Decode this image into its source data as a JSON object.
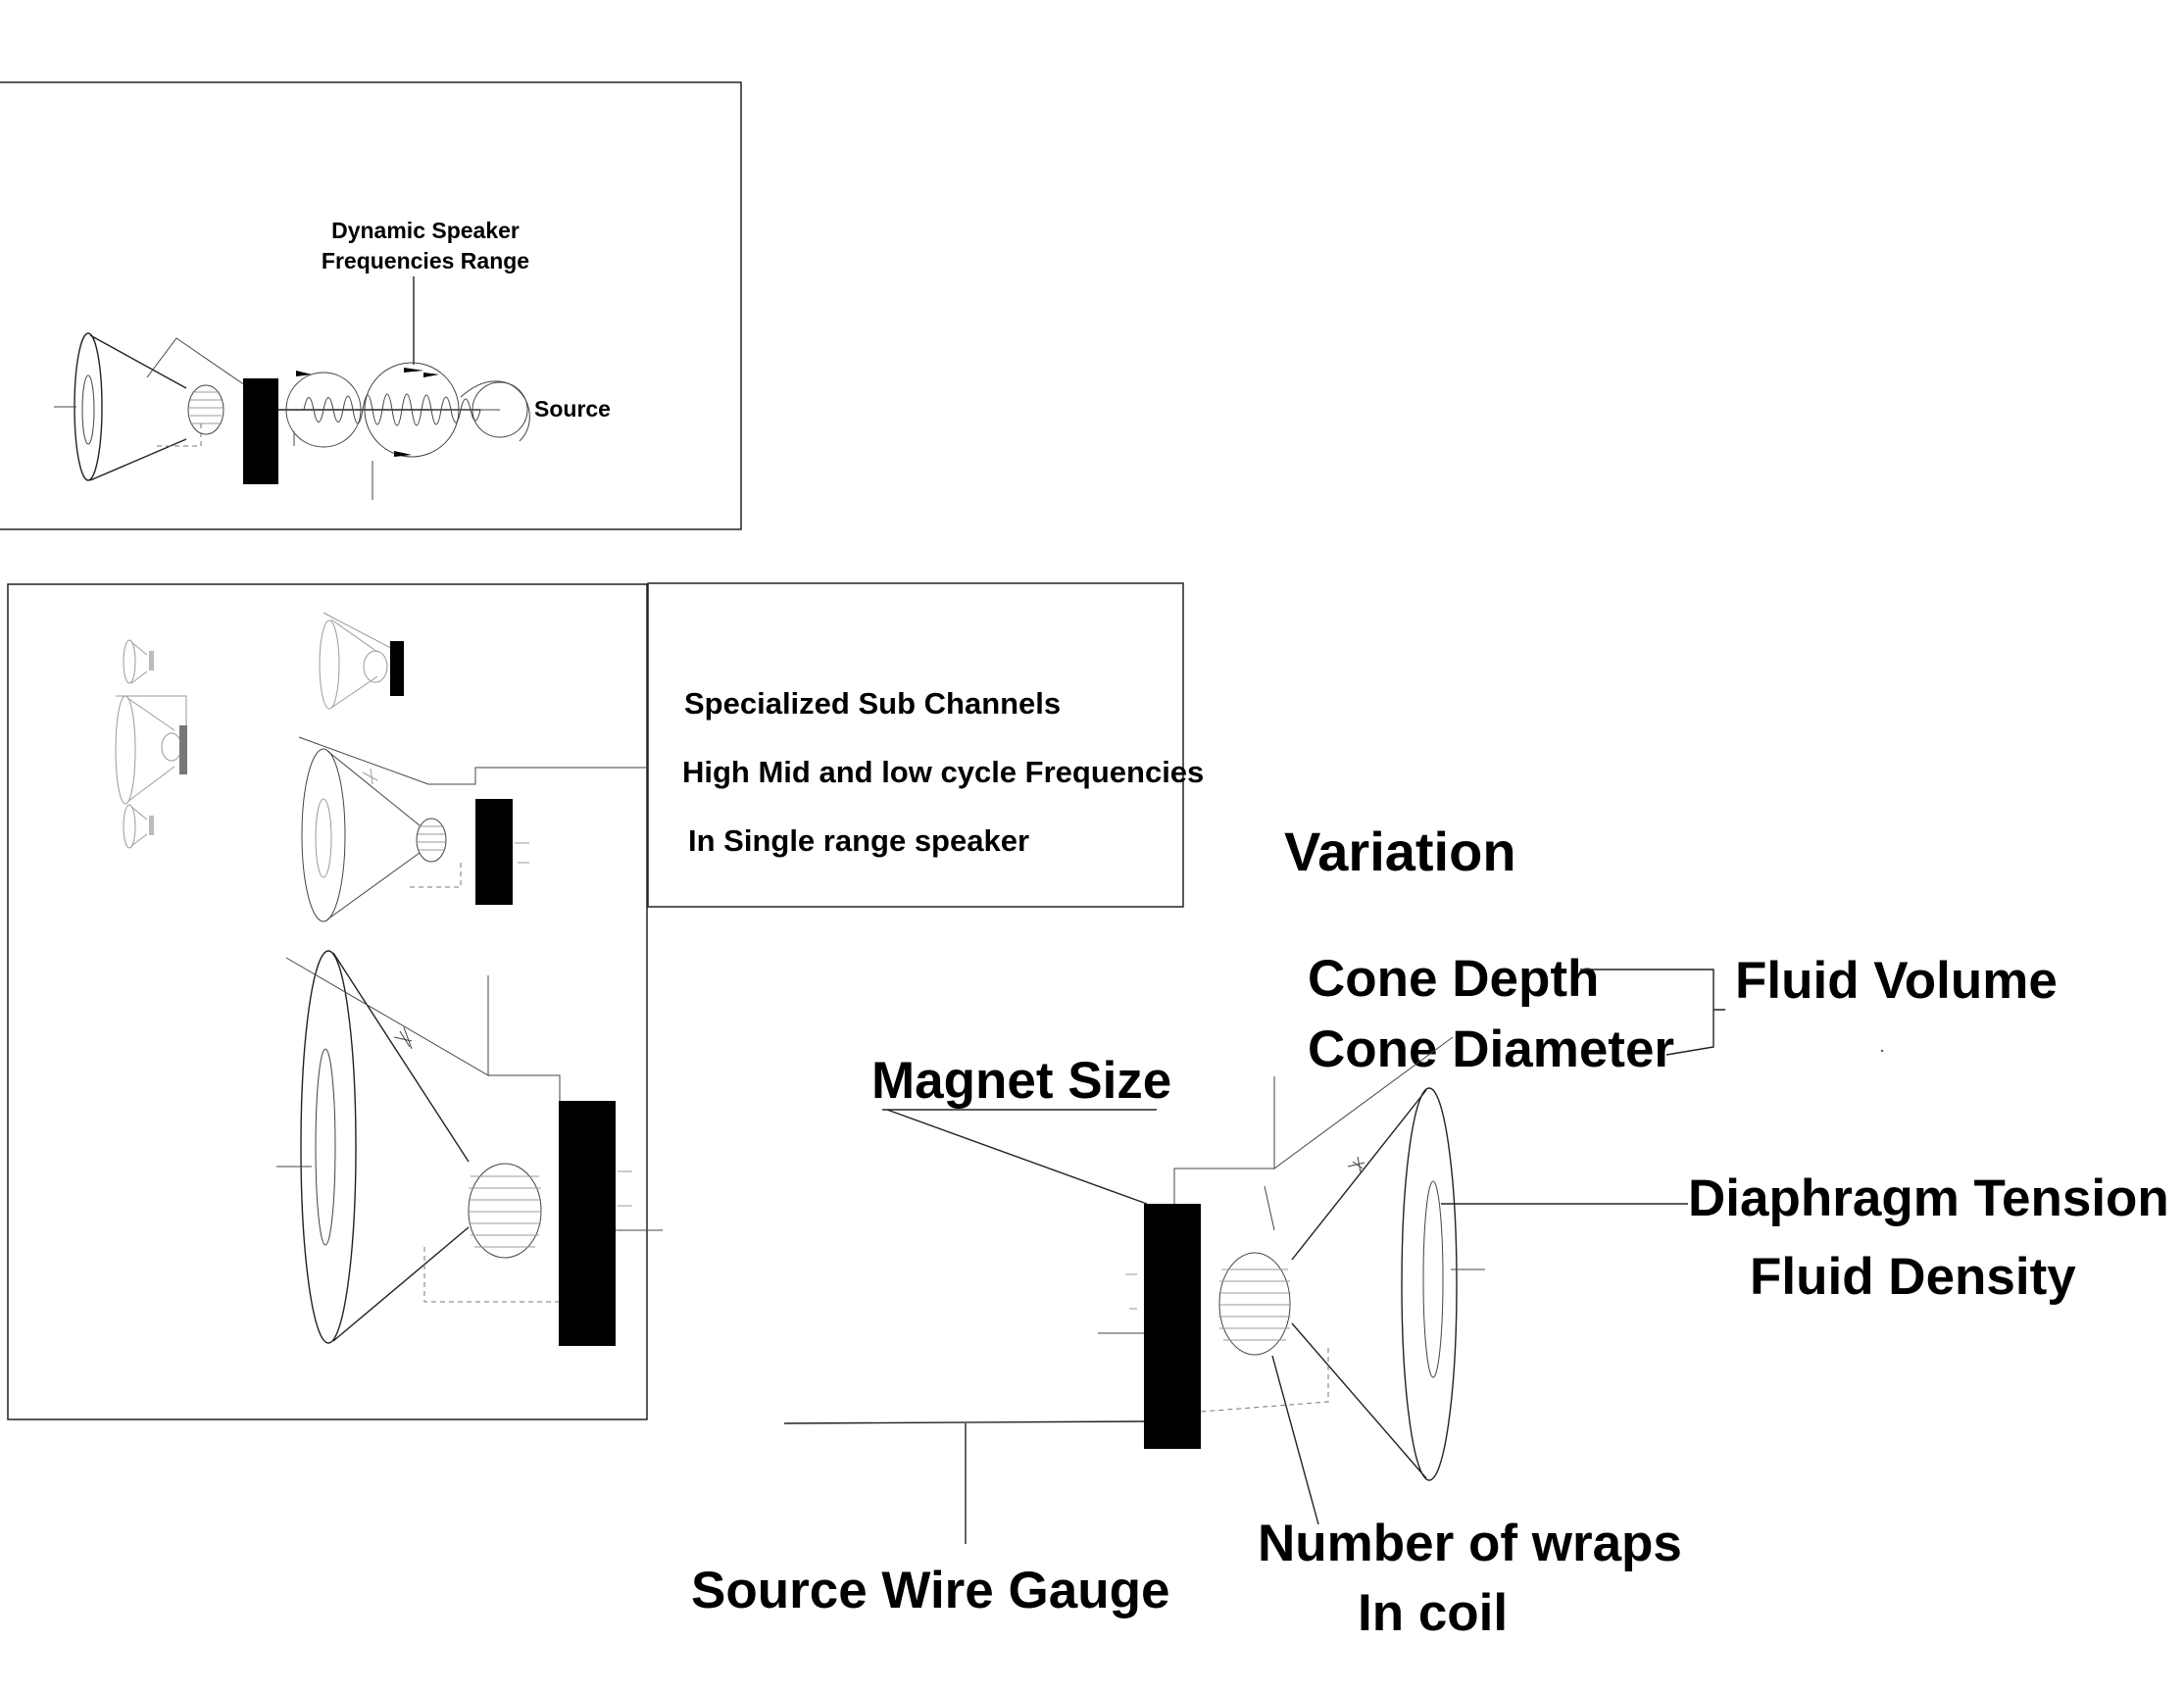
{
  "panel_top": {
    "title_line1": "Dynamic Speaker",
    "title_line2": "Frequencies Range",
    "source_label": "Source"
  },
  "panel_mid": {
    "line1": "Specialized Sub Channels",
    "line2": "High Mid and low cycle Frequencies",
    "line3": "In Single range speaker"
  },
  "variation": {
    "heading": "Variation",
    "cone_depth": "Cone Depth",
    "cone_diameter": "Cone Diameter",
    "fluid_volume": "Fluid Volume",
    "magnet_size": "Magnet Size",
    "diaphragm_tension": "Diaphragm Tension",
    "fluid_density": "Fluid Density",
    "number_of_wraps_line1": "Number of wraps",
    "number_of_wraps_line2": "In coil",
    "source_wire_gauge": "Source Wire Gauge"
  },
  "colors": {
    "ink": "#000000",
    "background": "#ffffff"
  }
}
